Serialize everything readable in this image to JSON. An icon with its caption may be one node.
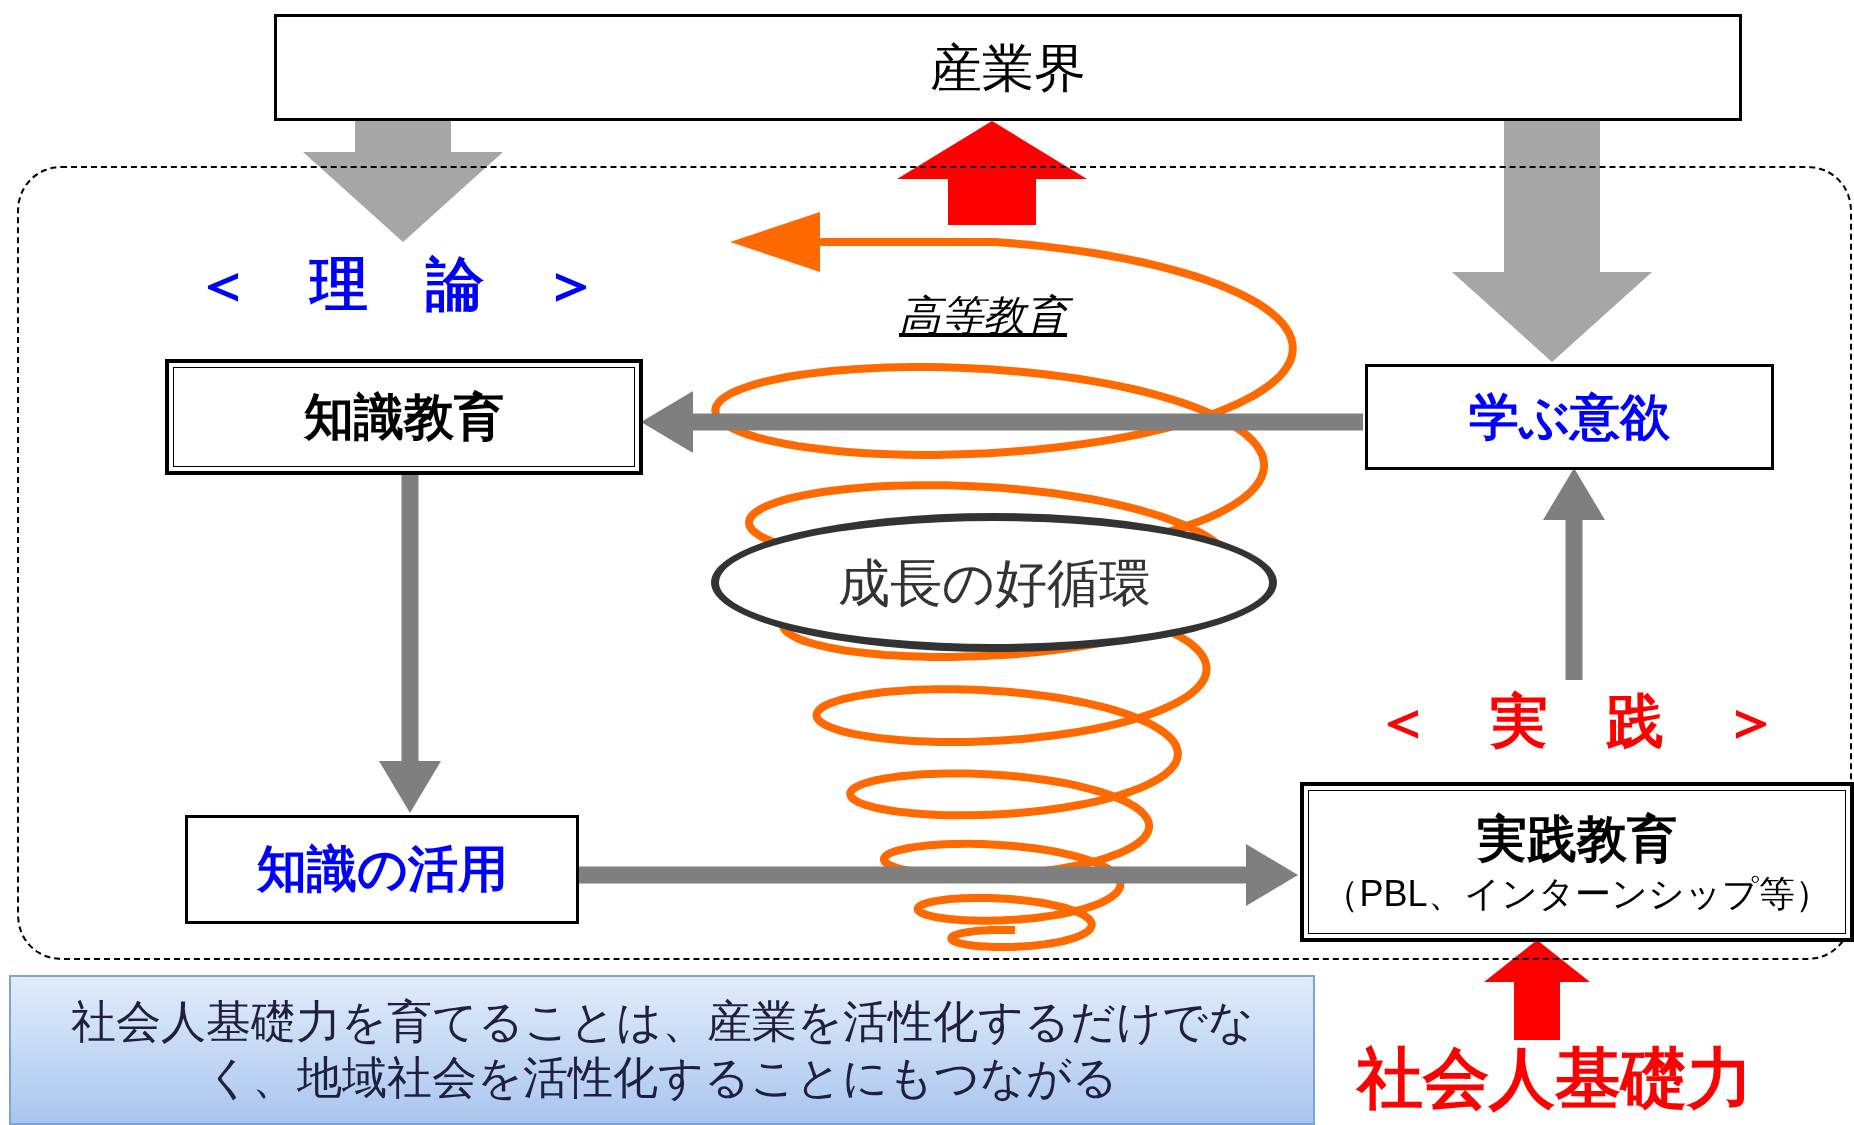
{
  "diagram": {
    "nodes": [
      {
        "text": [
          "産業界"
        ]
      },
      {
        "text": [],
        "shape": "box"
      },
      {
        "text": [
          "＜　理　論　＞"
        ],
        "in": 1
      },
      {
        "text": [
          "知識教育"
        ],
        "in": 1
      },
      {
        "text": [
          "学ぶ意欲"
        ],
        "in": 1
      },
      {
        "text": [
          "成長の好循環"
        ],
        "in": 1
      },
      {
        "text": [
          "＜　実　践　＞"
        ],
        "in": 1
      },
      {
        "text": [
          "知識の活用"
        ],
        "in": 1
      },
      {
        "text": [
          "実践教育",
          "（PBL、インターンシップ等）"
        ],
        "in": 1
      },
      {
        "text": [
          "社会人基礎力を育てることは、産業を活性化するだけでなく、地域社会を活性化することにもつながる"
        ]
      },
      {
        "text": [
          "社会人基礎力"
        ]
      }
    ],
    "edges": [
      {
        "from": 0,
        "to": 2,
        "arrow": "to",
        "style": "thick",
        "color": "#a6a6a6"
      },
      {
        "from": 0,
        "to": 4,
        "arrow": "to",
        "style": "thick",
        "color": "#a6a6a6"
      },
      {
        "from": 4,
        "to": 3,
        "arrow": "to"
      },
      {
        "from": 3,
        "to": 7,
        "arrow": "to"
      },
      {
        "from": 7,
        "to": 8,
        "arrow": "to"
      },
      {
        "from": 6,
        "to": 4,
        "arrow": "to"
      },
      {
        "from": null,
        "to": 0,
        "arrow": "to",
        "style": "thick",
        "color": "#ff0000"
      },
      {
        "from": 10,
        "to": 8,
        "arrow": "to",
        "style": "thick",
        "color": "#ff0000"
      }
    ],
    "labels": [
      "高等教育"
    ]
  }
}
